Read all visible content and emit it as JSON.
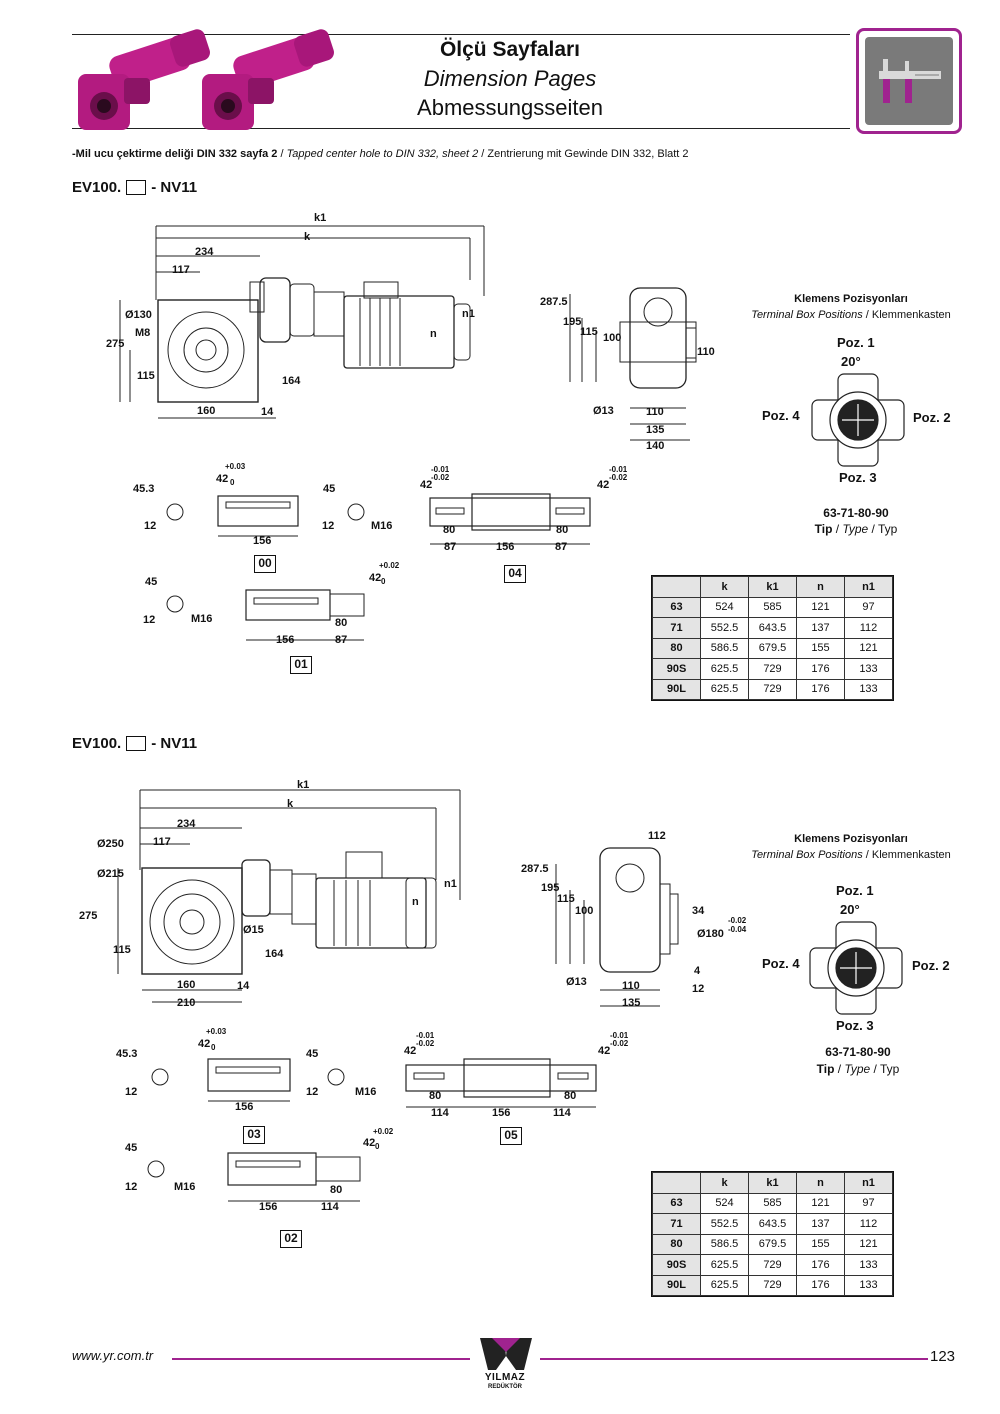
{
  "header": {
    "title_tr": "Ölçü Sayfaları",
    "title_en": "Dimension Pages",
    "title_de": "Abmessungsseiten"
  },
  "note": {
    "tr": "-Mil ucu çektirme deliği DIN 332 sayfa 2",
    "sep": " / ",
    "en": "Tapped center hole to DIN 332, sheet 2",
    "de": "Zentrierung mit Gewinde DIN 332, Blatt 2"
  },
  "section1": {
    "model_prefix": "EV100.",
    "model_suffix": "- NV11",
    "dims": {
      "k1": "k1",
      "k": "k",
      "d234": "234",
      "d117": "117",
      "d130": "Ø130",
      "m8": "M8",
      "d275": "275",
      "d115": "115",
      "d160": "160",
      "d14": "14",
      "d164": "164",
      "n": "n",
      "n1": "n1",
      "s287": "287.5",
      "s195": "195",
      "s115": "115",
      "s100": "100",
      "s110r": "110",
      "s13": "Ø13",
      "s110": "110",
      "s135": "135",
      "s140": "140"
    },
    "shafts": {
      "a453": "45.3",
      "a12": "12",
      "a42": "42",
      "tol_p003": "+0.03",
      "tol_0": "0",
      "a156": "156",
      "ref00": "00",
      "b45": "45",
      "b12": "12",
      "bm16": "M16",
      "c42a": "42",
      "tol_m001": "-0.01",
      "tol_m002": "-0.02",
      "c42b": "42",
      "c80a": "80",
      "c87a": "87",
      "c156": "156",
      "c80b": "80",
      "c87b": "87",
      "ref04": "04",
      "d45": "45",
      "d12": "12",
      "dm16": "M16",
      "d42": "42",
      "tol_p002": "+0.02",
      "d80": "80",
      "d156": "156",
      "d87": "87",
      "ref01": "01"
    }
  },
  "section2": {
    "model_prefix": "EV100.",
    "model_suffix": "- NV11",
    "dims": {
      "k1": "k1",
      "k": "k",
      "d234": "234",
      "d250": "Ø250",
      "d117": "117",
      "d215": "Ø215",
      "d275": "275",
      "d115": "115",
      "d15": "Ø15",
      "d164": "164",
      "d160": "160",
      "d14": "14",
      "d210": "210",
      "n": "n",
      "n1": "n1",
      "s112": "112",
      "s287": "287.5",
      "s195": "195",
      "s115": "115",
      "s100": "100",
      "s34": "34",
      "s180": "Ø180",
      "tol_m002": "-0.02",
      "tol_m004": "-0.04",
      "s4": "4",
      "s12": "12",
      "s13": "Ø13",
      "s110": "110",
      "s135": "135"
    },
    "shafts": {
      "a453": "45.3",
      "a12": "12",
      "a42": "42",
      "tol_p003": "+0.03",
      "tol_0": "0",
      "a156": "156",
      "ref03": "03",
      "b45": "45",
      "b12": "12",
      "bm16": "M16",
      "c42a": "42",
      "tol_m001": "-0.01",
      "tol_m002": "-0.02",
      "c42b": "42",
      "c80a": "80",
      "c114a": "114",
      "c156": "156",
      "c80b": "80",
      "c114b": "114",
      "ref05": "05",
      "d45": "45",
      "d12": "12",
      "dm16": "M16",
      "d42": "42",
      "tol_p002": "+0.02",
      "d80": "80",
      "d156": "156",
      "d114": "114",
      "ref02": "02"
    }
  },
  "terminal_box": {
    "title": "Klemens Pozisyonları",
    "sub_en": "Terminal Box Positions",
    "sub_sep": " / ",
    "sub_de": "Klemmenkasten",
    "poz1": "Poz. 1",
    "poz2": "Poz. 2",
    "poz3": "Poz. 3",
    "poz4": "Poz. 4",
    "angle": "20°",
    "tip_sizes": "63-71-80-90",
    "tip_tr": "Tip",
    "tip_sep": " / ",
    "tip_en": "Type",
    "tip_de": "Typ"
  },
  "table": {
    "headers": [
      "",
      "k",
      "k1",
      "n",
      "n1"
    ],
    "rows": [
      [
        "63",
        "524",
        "585",
        "121",
        "97"
      ],
      [
        "71",
        "552.5",
        "643.5",
        "137",
        "112"
      ],
      [
        "80",
        "586.5",
        "679.5",
        "155",
        "121"
      ],
      [
        "90S",
        "625.5",
        "729",
        "176",
        "133"
      ],
      [
        "90L",
        "625.5",
        "729",
        "176",
        "133"
      ]
    ]
  },
  "footer": {
    "url": "www.yr.com.tr",
    "page": "123",
    "logo": "YILMAZ",
    "logo_sub": "REDÜKTÖR"
  },
  "colors": {
    "brand": "#a0238f",
    "product": "#c0208a"
  },
  "icons": {
    "badge": "caliper-icon",
    "logo": "yilmaz-logo-icon"
  }
}
